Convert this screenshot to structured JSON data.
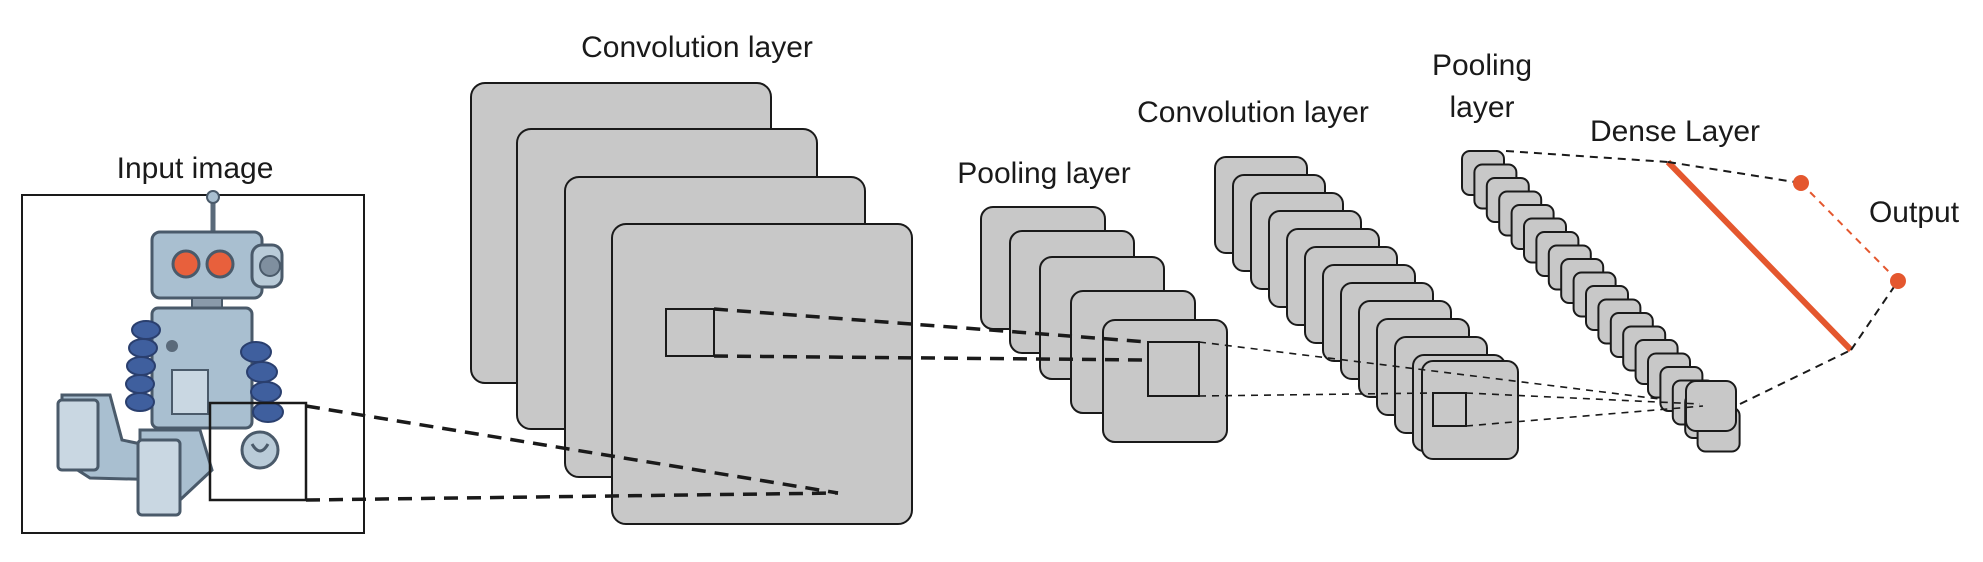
{
  "labels": {
    "input_image": "Input image",
    "conv_layer_1": "Convolution layer",
    "pooling_layer_1": "Pooling layer",
    "conv_layer_2": "Convolution layer",
    "pooling_layer_2_line1": "Pooling",
    "pooling_layer_2_line2": "layer",
    "dense_layer": "Dense Layer",
    "output": "Output"
  },
  "colors": {
    "feature_map_fill": "#c8c8c8",
    "feature_map_stroke": "#1a1a1a",
    "dense_accent": "#e4572e",
    "robot_body": "#a9bfd0",
    "robot_arm": "#3f5f9e",
    "robot_eye": "#e8603c"
  },
  "icons": {
    "input": "robot-toy-image"
  }
}
